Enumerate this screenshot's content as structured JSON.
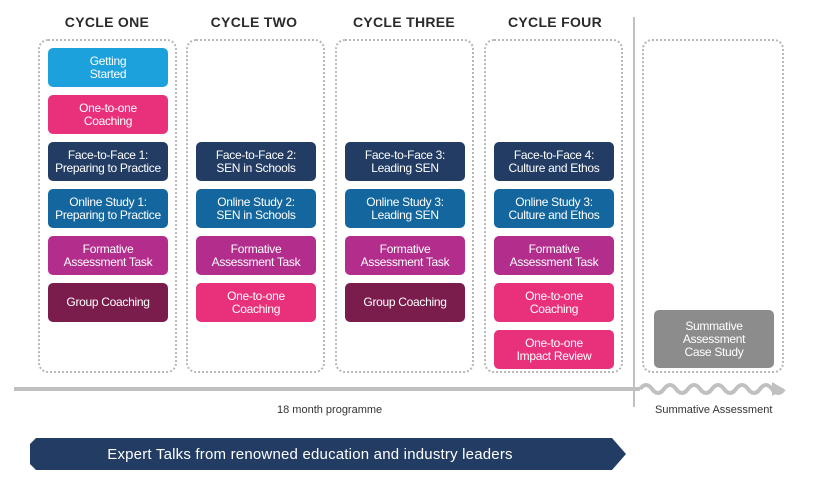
{
  "cycles": [
    {
      "title": "CYCLE ONE",
      "items": [
        {
          "label": "Getting\nStarted",
          "kind": "getting_started"
        },
        {
          "label": "One-to-one\nCoaching",
          "kind": "coaching"
        },
        {
          "label": "Face-to-Face 1:\nPreparing to Practice",
          "kind": "face_to_face"
        },
        {
          "label": "Online Study 1:\nPreparing to Practice",
          "kind": "online_study"
        },
        {
          "label": "Formative\nAssessment Task",
          "kind": "formative"
        },
        {
          "label": "Group Coaching",
          "kind": "group_coaching"
        }
      ]
    },
    {
      "title": "CYCLE TWO",
      "items": [
        {
          "label": "Face-to-Face 2:\nSEN in Schools",
          "kind": "face_to_face"
        },
        {
          "label": "Online Study 2:\nSEN in Schools",
          "kind": "online_study"
        },
        {
          "label": "Formative\nAssessment Task",
          "kind": "formative"
        },
        {
          "label": "One-to-one\nCoaching",
          "kind": "coaching"
        }
      ]
    },
    {
      "title": "CYCLE THREE",
      "items": [
        {
          "label": "Face-to-Face 3:\nLeading SEN",
          "kind": "face_to_face"
        },
        {
          "label": "Online Study 3:\nLeading SEN",
          "kind": "online_study"
        },
        {
          "label": "Formative\nAssessment Task",
          "kind": "formative"
        },
        {
          "label": "Group Coaching",
          "kind": "group_coaching"
        }
      ]
    },
    {
      "title": "CYCLE FOUR",
      "items": [
        {
          "label": "Face-to-Face 4:\nCulture and Ethos",
          "kind": "face_to_face"
        },
        {
          "label": "Online Study 3:\nCulture and Ethos",
          "kind": "online_study"
        },
        {
          "label": "Formative\nAssessment Task",
          "kind": "formative"
        },
        {
          "label": "One-to-one\nCoaching",
          "kind": "coaching"
        },
        {
          "label": "One-to-one\nImpact Review",
          "kind": "coaching"
        }
      ]
    }
  ],
  "summative": {
    "label": "Summative\nAssessment\nCase Study",
    "caption": "Summative Assessment"
  },
  "programme_caption": "18 month programme",
  "expert_talks": "Expert Talks from renowned education and industry leaders",
  "colors": {
    "getting_started": "#1da1dc",
    "coaching": "#e8317a",
    "face_to_face": "#223c63",
    "online_study": "#14669e",
    "formative": "#b22d8c",
    "group_coaching": "#7a1d4c",
    "summative": "#8c8c8c",
    "banner": "#223c63",
    "timeline": "#c0c0c0"
  }
}
